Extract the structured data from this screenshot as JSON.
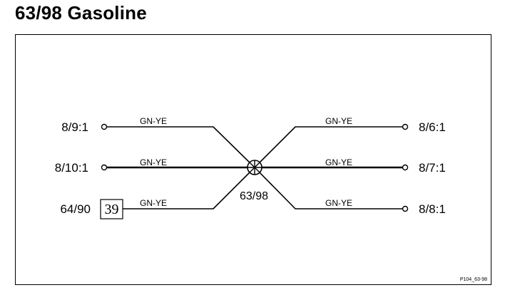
{
  "title": "63/98 Gasoline",
  "splice": {
    "label": "63/98"
  },
  "left_terminals": [
    {
      "label": "8/9:1",
      "wire": "GN-YE"
    },
    {
      "label": "8/10:1",
      "wire": "GN-YE"
    },
    {
      "label": "64/90",
      "wire": "GN-YE",
      "box": "39"
    }
  ],
  "right_terminals": [
    {
      "label": "8/6:1",
      "wire": "GN-YE"
    },
    {
      "label": "8/7:1",
      "wire": "GN-YE"
    },
    {
      "label": "8/8:1",
      "wire": "GN-YE"
    }
  ],
  "reference": "P104_63-98"
}
